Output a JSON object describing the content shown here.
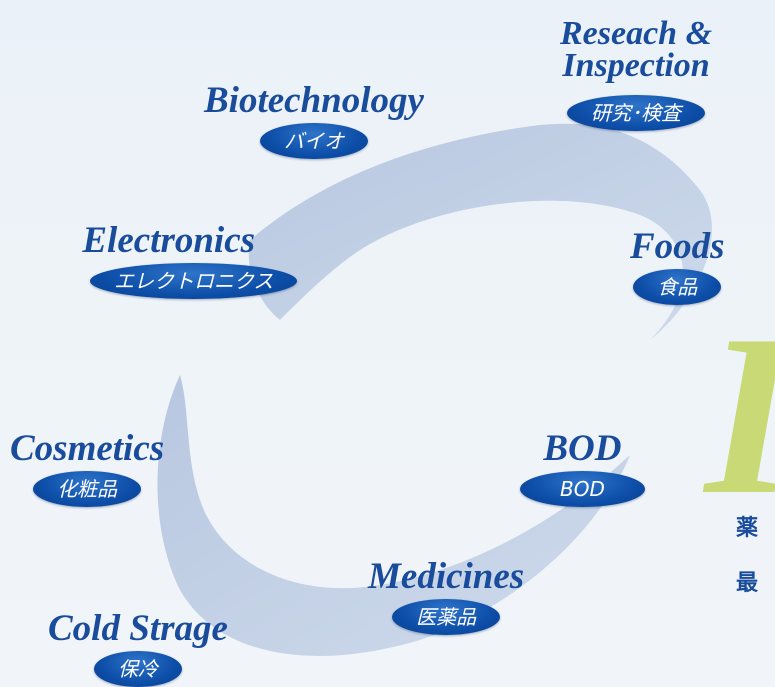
{
  "categories": {
    "research": {
      "en_line1": "Reseach &",
      "en_line2": "Inspection",
      "ja": "研究･検査"
    },
    "biotech": {
      "en": "Biotechnology",
      "ja": "バイオ"
    },
    "electronics": {
      "en": "Electronics",
      "ja": "エレクトロニクス"
    },
    "foods": {
      "en": "Foods",
      "ja": "食品"
    },
    "cosmetics": {
      "en": "Cosmetics",
      "ja": "化粧品"
    },
    "bod": {
      "en": "BOD",
      "ja": "BOD"
    },
    "medicines": {
      "en": "Medicines",
      "ja": "医薬品"
    },
    "cold": {
      "en": "Cold Strage",
      "ja": "保冷"
    }
  },
  "partial": {
    "big_letter": "I",
    "side_line1": "薬",
    "side_line2": "最"
  },
  "colors": {
    "text_blue": "#1a4c9c",
    "pill_blue": "#0d4ea8",
    "swirl": "#b5c9e3",
    "accent_green": "#c4d769"
  }
}
